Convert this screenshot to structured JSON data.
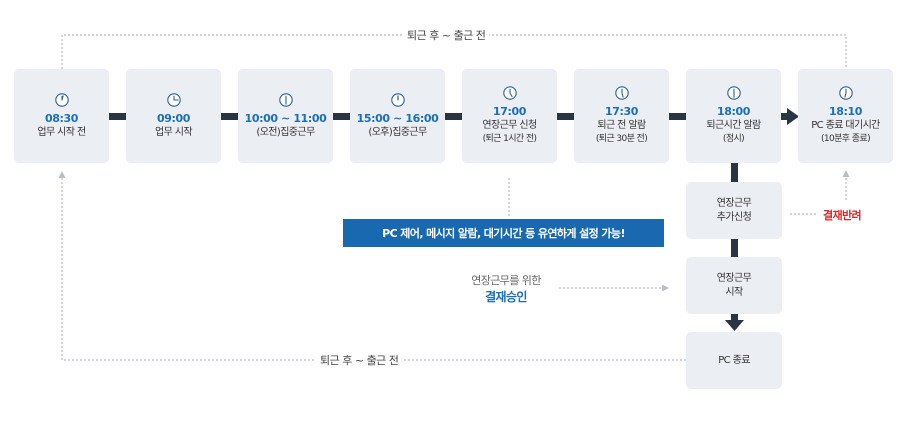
{
  "top_loop_label": "퇴근 후 ~ 출근 전",
  "bottom_loop_label": "퇴근 후 ~ 출근 전",
  "steps": [
    {
      "time": "08:30",
      "label": "업무 시작 전",
      "sub": "",
      "clock_icon": "clock-icon"
    },
    {
      "time": "09:00",
      "label": "업무 시작",
      "sub": "",
      "clock_icon": "clock-icon"
    },
    {
      "time": "10:00 ~ 11:00",
      "label": "(오전)집중근무",
      "sub": "",
      "clock_icon": "clock-icon"
    },
    {
      "time": "15:00 ~ 16:00",
      "label": "(오후)집중근무",
      "sub": "",
      "clock_icon": "clock-icon"
    },
    {
      "time": "17:00",
      "label": "연장근무 신청",
      "sub": "(퇴근 1시간 전)",
      "clock_icon": "clock-icon"
    },
    {
      "time": "17:30",
      "label": "퇴근 전 알람",
      "sub": "(퇴근 30분 전)",
      "clock_icon": "clock-icon"
    },
    {
      "time": "18:00",
      "label": "퇴근시간 알람",
      "sub": "(정시)",
      "clock_icon": "clock-icon"
    },
    {
      "time": "18:10",
      "label": "PC 종료 대기시간",
      "sub": "(10분후 종료)",
      "clock_icon": "clock-icon"
    }
  ],
  "overtime_request": {
    "line1": "연장근무",
    "line2": "추가신청"
  },
  "overtime_start": {
    "line1": "연장근무",
    "line2": "시작"
  },
  "pc_off": {
    "label": "PC 종료"
  },
  "reject_label": "결재반려",
  "approval": {
    "line1": "연장근무를 위한",
    "line2": "결재승인"
  },
  "banner": "PC 제어, 메시지 알람, 대기시간 등 유연하게 설정 가능!",
  "colors": {
    "accent": "#1a6fb5",
    "banner": "#1869b0",
    "reject": "#d62828",
    "box": "#ebeef2",
    "connector": "#2a3442"
  }
}
